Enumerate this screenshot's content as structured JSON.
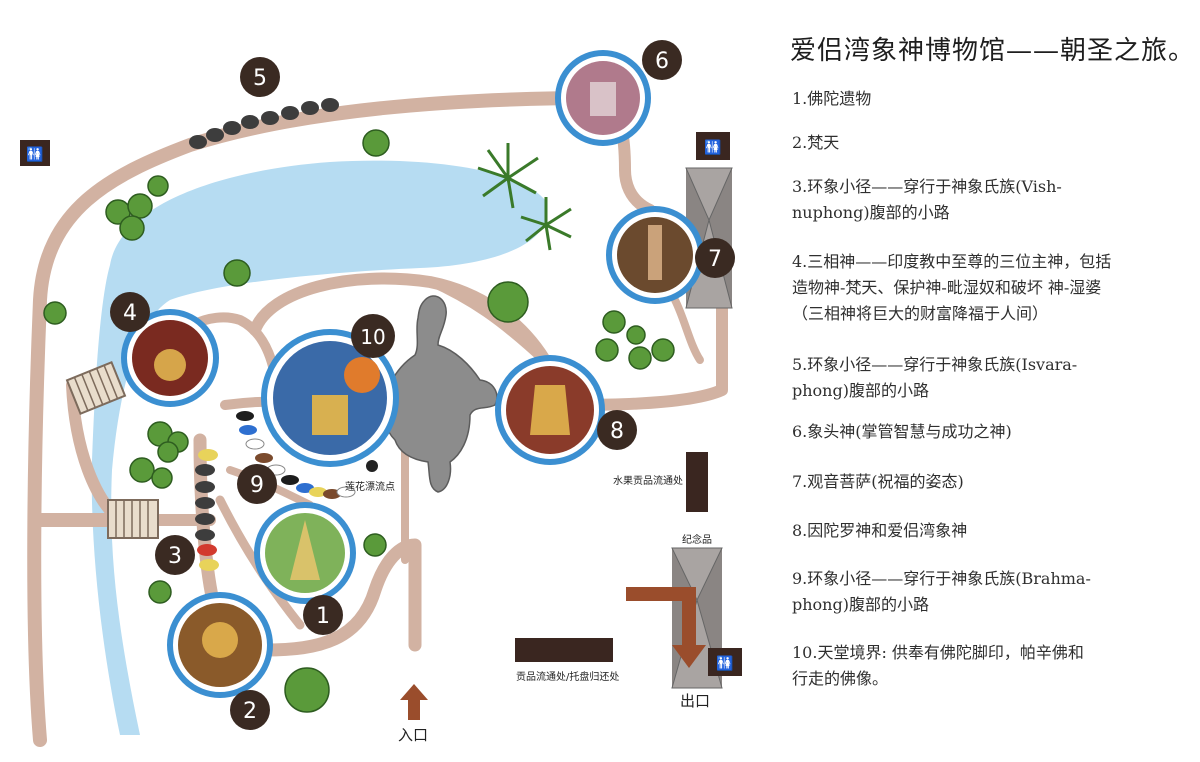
{
  "title": "爱侣湾象神博物馆——朝圣之旅。",
  "legend": [
    "1.佛陀遗物",
    "2.梵天",
    "3.环象小径——穿行于神象氏族(Vish-\nnuphong)腹部的小路",
    "4.三相神——印度教中至尊的三位主神，包括\n造物神-梵天、保护神-毗湿奴和破坏 神-湿婆\n（三相神将巨大的财富降福于人间）",
    "5.环象小径——穿行于神象氏族(Isvara-\nphong)腹部的小路",
    "6.象头神(掌管智慧与成功之神)",
    "7.观音菩萨(祝福的姿态)",
    "8.因陀罗神和爱侣湾象神",
    "9.环象小径——穿行于神象氏族(Brahma-\nphong)腹部的小路",
    "10.天堂境界: 供奉有佛陀脚印，帕辛佛和\n行走的佛像。"
  ],
  "markers": [
    "1",
    "2",
    "3",
    "4",
    "5",
    "6",
    "7",
    "8",
    "9",
    "10"
  ],
  "map_labels": {
    "lotus_point": "莲花漂流点",
    "fruit_goods": "水果贡品流通处",
    "souvenir": "纪念品",
    "offering_tray": "贡品流通处/托盘归还处",
    "entrance": "入口",
    "exit": "出口"
  },
  "icons": [
    "restroom-icon",
    "tree-icon",
    "elephant-icon",
    "arrow-icon"
  ],
  "colors": {
    "path": "#d2b2a2",
    "water": "#b6dcf2",
    "marker": "#3a2a22",
    "ring": "#3b8fd1",
    "building": "#8a8583",
    "arrow": "#9a4d2c",
    "booth": "#3a2620"
  }
}
